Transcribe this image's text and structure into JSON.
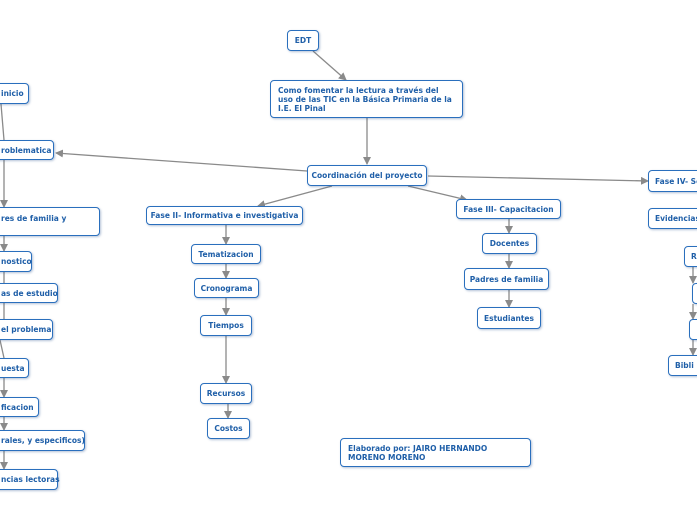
{
  "colors": {
    "border": "#2a6fbd",
    "text": "#1f5fa8",
    "edge": "#8a8a8a"
  },
  "nodes": {
    "edt": "EDT",
    "root": "Como fomentar la lectura a través del uso de las TIC en la Básica Primaria de la I.E. El Pinal",
    "coordinacion": "Coordinación del proyecto",
    "inicio": "inicio",
    "problematica": "roblematica",
    "padres_left": "res de familia y",
    "diagnostico": "nostico",
    "estudio": "as de estudio",
    "problema": "el problema",
    "propuesta": "uesta",
    "justificacion": "ficacion",
    "objetivos": "rales, y especificos)",
    "lectoras": "ncias lectoras",
    "fase2": "Fase II- Informativa e investigativa",
    "tematizacion": "Tematizacion",
    "cronograma": "Cronograma",
    "tiempos": "Tiempos",
    "recursos": "Recursos",
    "costos": "Costos",
    "fase3": "Fase III- Capacitacion",
    "docentes": "Docentes",
    "padres": "Padres de familia",
    "estudiantes": "Estudiantes",
    "fase4": "Fase IV- Se",
    "evidencias": "Evidencias",
    "r_node": "R",
    "r2": "",
    "r3": "",
    "biblio": "Bibli",
    "author": "Elaborado por: JAIRO HERNANDO MORENO MORENO"
  }
}
